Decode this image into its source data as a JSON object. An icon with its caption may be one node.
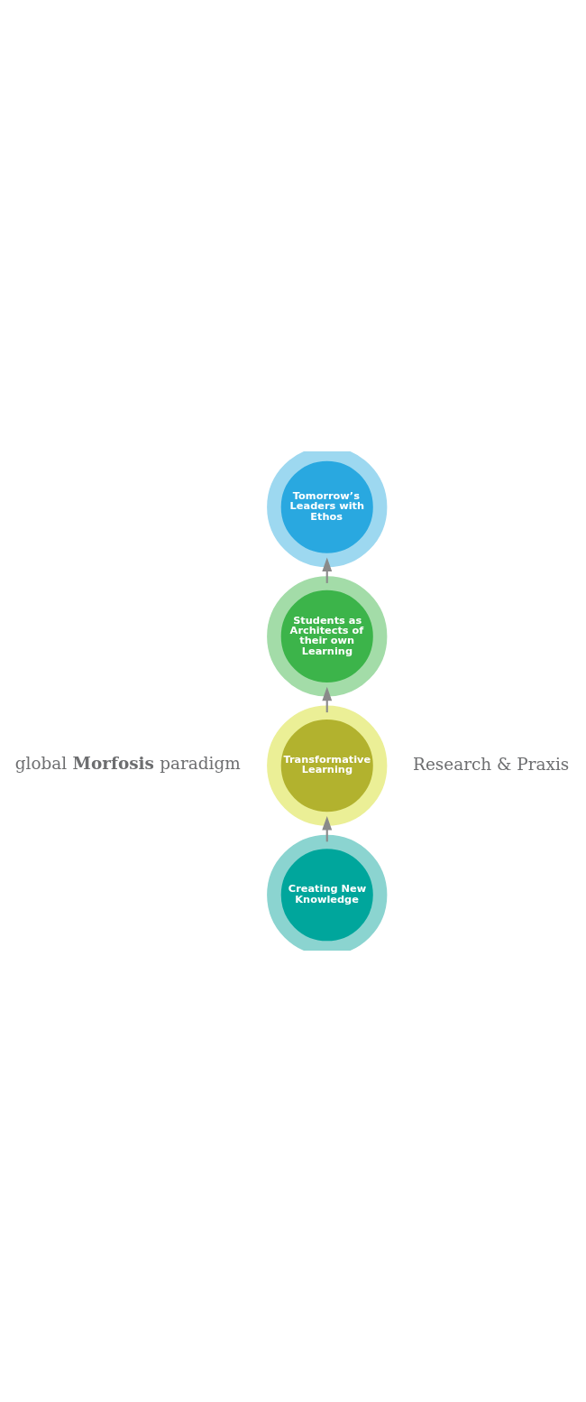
{
  "diagram": {
    "nodes": [
      {
        "text": [
          "Tomorrow’s Leaders with Ethos"
        ]
      },
      {
        "text": [
          "Students as Architects of their own Learning"
        ]
      },
      {
        "text": [
          "Transformative Learning"
        ]
      },
      {
        "text": [
          "Creating New Knowledge"
        ]
      }
    ],
    "edges": [
      {
        "from": 3,
        "to": 2,
        "arrow": "to"
      },
      {
        "from": 2,
        "to": 1,
        "arrow": "to"
      },
      {
        "from": 1,
        "to": 0,
        "arrow": "to"
      }
    ],
    "labels": [
      "global **Morfosis** paradigm",
      "Research & Praxis"
    ]
  }
}
